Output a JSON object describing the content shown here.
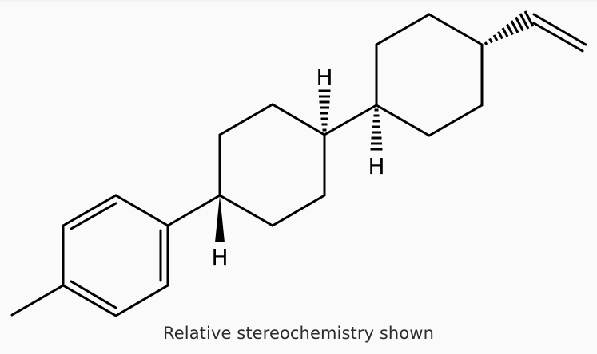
{
  "figure": {
    "type": "chemical-structure",
    "description": "1-methyl-4-[trans-4-(trans-4-vinylcyclohexyl)cyclohexyl]benzene skeletal formula",
    "caption": "Relative stereochemistry shown",
    "colors": {
      "background": "#fafafa",
      "bonds": "#000000",
      "caption_text": "#2b2b2b"
    },
    "atom_labels": [
      {
        "symbol": "H",
        "position": "ring-A-C1-down",
        "stereo": "wedge"
      },
      {
        "symbol": "H",
        "position": "ring-A-C4-up",
        "stereo": "hash"
      },
      {
        "symbol": "H",
        "position": "ring-B-C1-down",
        "stereo": "hash"
      }
    ],
    "groups": [
      {
        "name": "methyl"
      },
      {
        "name": "benzene-ring"
      },
      {
        "name": "cyclohexane-ring-A"
      },
      {
        "name": "cyclohexane-ring-B"
      },
      {
        "name": "vinyl"
      }
    ]
  }
}
